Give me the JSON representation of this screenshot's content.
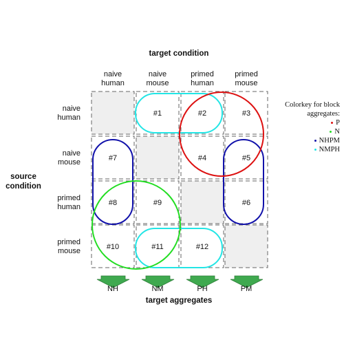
{
  "titles": {
    "top": "target condition",
    "left": "source condition",
    "bottom": "target aggregates"
  },
  "columns": [
    {
      "line1": "naive",
      "line2": "human"
    },
    {
      "line1": "naive",
      "line2": "mouse"
    },
    {
      "line1": "primed",
      "line2": "human"
    },
    {
      "line1": "primed",
      "line2": "mouse"
    }
  ],
  "rows": [
    {
      "line1": "naive",
      "line2": "human"
    },
    {
      "line1": "naive",
      "line2": "mouse"
    },
    {
      "line1": "primed",
      "line2": "human"
    },
    {
      "line1": "primed",
      "line2": "mouse"
    }
  ],
  "cells": [
    [
      "",
      "#1",
      "#2",
      "#3"
    ],
    [
      "#7",
      "",
      "#4",
      "#5"
    ],
    [
      "#8",
      "#9",
      "",
      "#6"
    ],
    [
      "#10",
      "#11",
      "#12",
      ""
    ]
  ],
  "legend": {
    "title_line1": "Colorkey for block",
    "title_line2": "aggregates:",
    "items": [
      {
        "label": "P",
        "color": "#dd1111"
      },
      {
        "label": "N",
        "color": "#22dd22"
      },
      {
        "label": "NHPM",
        "color": "#1111aa"
      },
      {
        "label": "NMPH",
        "color": "#22e5e5"
      }
    ]
  },
  "aggregates": [
    "NH",
    "NM",
    "PH",
    "PM"
  ],
  "colors": {
    "P": "#dd1111",
    "N": "#22dd22",
    "NHPM": "#1111aa",
    "NMPH": "#22e5e5",
    "diagonal_fill": "#efefef",
    "grid_dash": "#666666",
    "arrow_green": "#3fa94f"
  }
}
